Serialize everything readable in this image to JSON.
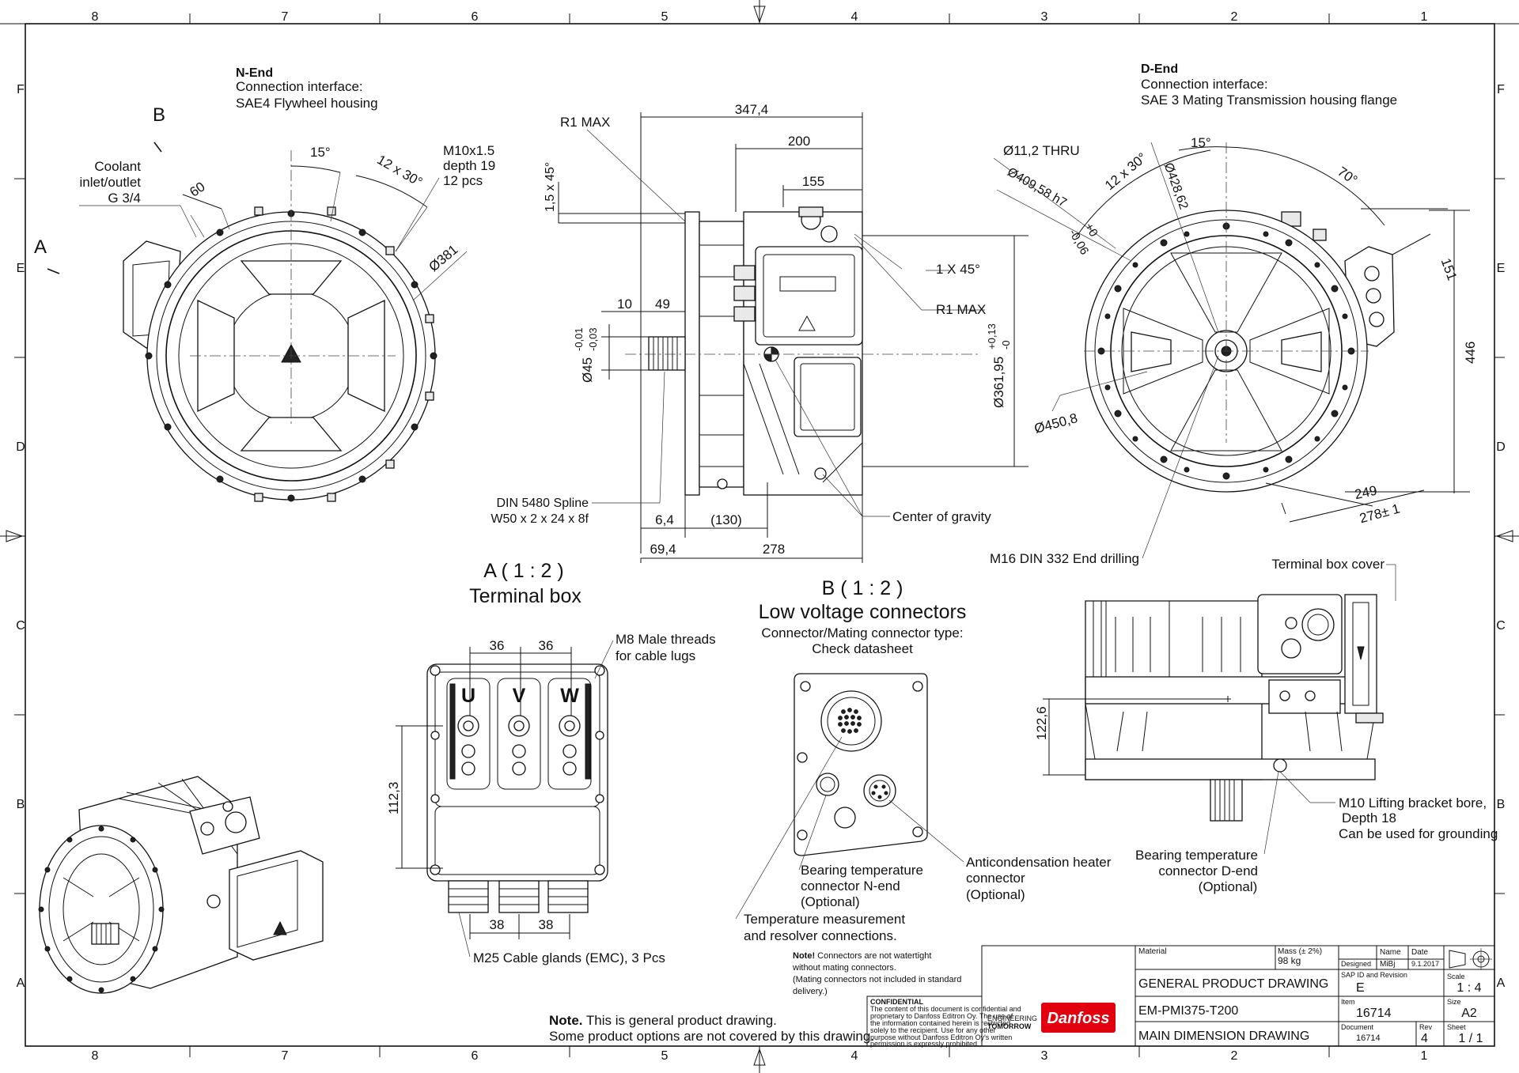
{
  "grid": {
    "columns": [
      "8",
      "7",
      "6",
      "5",
      "4",
      "3",
      "2",
      "1"
    ],
    "rows": [
      "F",
      "E",
      "D",
      "C",
      "B",
      "A"
    ]
  },
  "n_end": {
    "title": "N-End",
    "line1": "Connection interface:",
    "line2": "SAE4 Flywheel housing",
    "view_b": "B",
    "view_a": "A",
    "coolant": [
      "Coolant",
      "inlet/outlet",
      "G 3/4"
    ],
    "dim_60": "60",
    "angle_15": "15°",
    "pattern": "12 x 30°",
    "thread": [
      "M10x1.5",
      "depth 19",
      "12 pcs"
    ],
    "dia_381": "Ø381"
  },
  "side_view": {
    "r1_max_top": "R1 MAX",
    "dim_347": "347,4",
    "dim_200": "200",
    "dim_155": "155",
    "chamfer_left": "1,5 x 45°",
    "chamfer_right": "1 X 45°",
    "r1_max_right": "R1 MAX",
    "dim_10": "10",
    "dim_49": "49",
    "shaft_dia": "Ø45",
    "shaft_tol_upper": "-0,01",
    "shaft_tol_lower": "-0,03",
    "pilot_dia": "Ø361,95",
    "pilot_tol_upper": "+0,13",
    "pilot_tol_lower": "-0",
    "spline": [
      "DIN 5480 Spline",
      "W50 x 2 x 24 x 8f"
    ],
    "dim_6_4": "6,4",
    "dim_130": "(130)",
    "dim_69_4": "69,4",
    "dim_278": "278",
    "cog": "Center of gravity"
  },
  "d_end": {
    "title": "D-End",
    "line1": "Connection interface:",
    "line2": "SAE 3 Mating Transmission housing flange",
    "holes": "Ø11,2 THRU",
    "pattern": "12 x 30°",
    "angle_15": "15°",
    "angle_70": "70°",
    "dia_428": "Ø428,62",
    "dia_409": "Ø409,58 h7",
    "tol_409_upper": "+0",
    "tol_409_lower": "-0,06",
    "dim_151": "151",
    "dim_446": "446",
    "dia_450": "Ø450,8",
    "dim_249": "249",
    "dim_278": "278± 1",
    "end_drilling": "M16 DIN 332 End drilling"
  },
  "detail_a": {
    "title": "A ( 1 : 2 )",
    "subtitle": "Terminal box",
    "dim_36a": "36",
    "dim_36b": "36",
    "threads": [
      "M8 Male threads",
      "for cable lugs"
    ],
    "phase_u": "U",
    "phase_v": "V",
    "phase_w": "W",
    "dim_112": "112,3",
    "dim_38a": "38",
    "dim_38b": "38",
    "glands": "M25 Cable glands (EMC), 3 Pcs"
  },
  "detail_b": {
    "title": "B ( 1 : 2 )",
    "subtitle": "Low voltage connectors",
    "note": [
      "Connector/Mating connector type:",
      "Check datasheet"
    ],
    "bearing_n": [
      "Bearing temperature",
      "connector N-end",
      "(Optional)"
    ],
    "temperature": [
      "Temperature measurement",
      "and resolver connections."
    ],
    "heater": [
      "Anticondensation heater",
      "connector",
      "(Optional)"
    ]
  },
  "top_view": {
    "terminal_cover": "Terminal box cover",
    "dim_122": "122,6",
    "lifting": [
      "M10 Lifting bracket bore,",
      "Depth 18",
      "Can be used for grounding"
    ],
    "bearing_d": [
      "Bearing temperature",
      "connector D-end",
      "(Optional)"
    ]
  },
  "notes": {
    "connectors_bold": "Note!",
    "connectors_text": " Connectors are not watertight",
    "connectors_lines": [
      "without mating connectors.",
      "(Mating connectors not included in standard",
      "delivery.)"
    ],
    "general_bold": "Note.",
    "general_text": " This is general product drawing.",
    "general_line2": "Some product options are not covered by this drawing."
  },
  "confidential": {
    "heading": "CONFIDENTIAL",
    "lines": [
      "The content of this document is confidential and",
      "proprietary to Danfoss Editron Oy. The use of",
      "the information contained herein is restricted",
      "solely to the recipient. Use for any other",
      "purpose without Danfoss Editron Oy's written",
      "permission is expressly prohibited."
    ]
  },
  "title_block": {
    "engineering": [
      "ENGINEERING",
      "TOMORROW"
    ],
    "brand": "Danfoss",
    "material_label": "Material",
    "mass_label": "Mass (± 2%)",
    "mass": "98 kg",
    "name_label": "Name",
    "date_label": "Date",
    "designed_label": "Designed",
    "designer": "MiBj",
    "date": "9.1.2017",
    "doc_type": "GENERAL PRODUCT DRAWING",
    "sap_label": "SAP ID and Revision",
    "revision_letter": "E",
    "scale_label": "Scale",
    "scale": "1 : 4",
    "product": "EM-PMI375-T200",
    "item_label": "Item",
    "item": "16714",
    "size_label": "Size",
    "size": "A2",
    "drawing_title": "MAIN DIMENSION DRAWING",
    "document_label": "Document",
    "document": "16714",
    "rev_label": "Rev",
    "rev": "4",
    "sheet_label": "Sheet",
    "sheet": "1 / 1"
  }
}
